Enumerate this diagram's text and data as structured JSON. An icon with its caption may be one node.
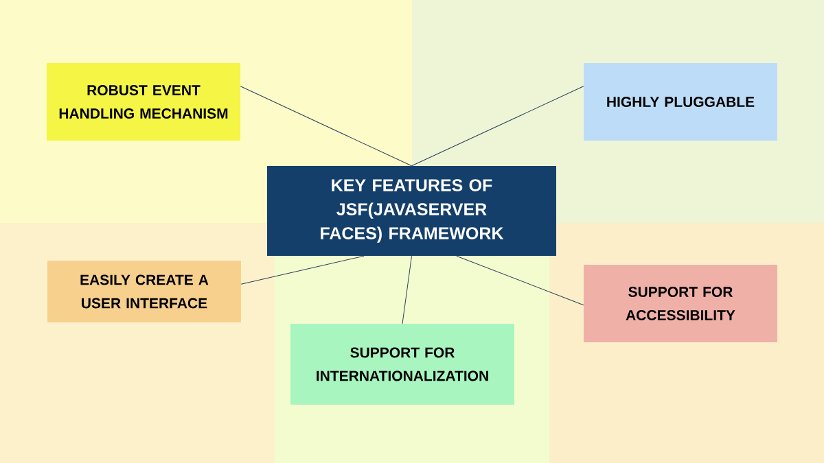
{
  "diagram": {
    "nodes": [
      {
        "text": [
          "KEY FEATURES OF JSF(JAVASERVER FACES) FRAMEWORK"
        ]
      },
      {
        "text": [
          "ROBUST EVENT HANDLING MECHANISM"
        ]
      },
      {
        "text": [
          "HIGHLY PLUGGABLE"
        ]
      },
      {
        "text": [
          "EASILY CREATE A USER INTERFACE"
        ]
      },
      {
        "text": [
          "SUPPORT FOR ACCESSIBILITY"
        ]
      },
      {
        "text": [
          "SUPPORT FOR INTERNATIONALIZATION"
        ]
      }
    ],
    "edges": [
      {
        "from": 0,
        "to": 1,
        "arrow": "none"
      },
      {
        "from": 0,
        "to": 2,
        "arrow": "none"
      },
      {
        "from": 0,
        "to": 3,
        "arrow": "none"
      },
      {
        "from": 0,
        "to": 4,
        "arrow": "none"
      },
      {
        "from": 0,
        "to": 5,
        "arrow": "none"
      }
    ]
  }
}
